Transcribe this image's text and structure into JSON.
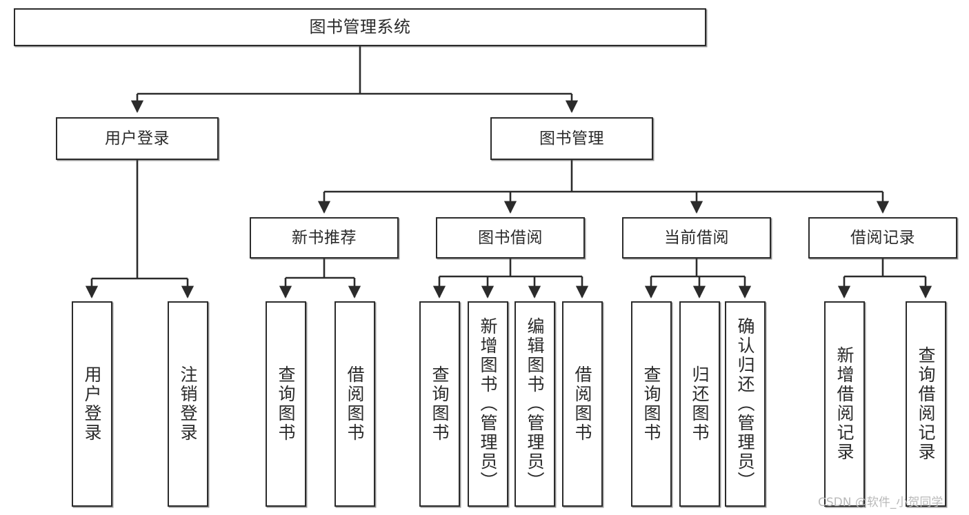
{
  "diagram": {
    "title": "图书管理系统",
    "type": "tree-hierarchy",
    "watermark": "CSDN @软件_小贺同学",
    "colors": {
      "box_border": "#2b2b2b",
      "box_fill": "#ffffff",
      "edge": "#2b2b2b",
      "text": "#2a2a2a",
      "watermark": "#b9b9b9"
    },
    "root": {
      "label": "图书管理系统"
    },
    "level2": [
      {
        "label": "用户登录"
      },
      {
        "label": "图书管理"
      }
    ],
    "level3": [
      {
        "label": "新书推荐"
      },
      {
        "label": "图书借阅"
      },
      {
        "label": "当前借阅"
      },
      {
        "label": "借阅记录"
      }
    ],
    "leaves": {
      "user_login": [
        {
          "label": "用户登录"
        },
        {
          "label": "注销登录"
        }
      ],
      "new_book_recommend": [
        {
          "label": "查询图书"
        },
        {
          "label": "借阅图书"
        }
      ],
      "book_borrow": [
        {
          "label": "查询图书"
        },
        {
          "label": "新增图书（管理员）"
        },
        {
          "label": "编辑图书（管理员）"
        },
        {
          "label": "借阅图书"
        }
      ],
      "current_borrow": [
        {
          "label": "查询图书"
        },
        {
          "label": "归还图书"
        },
        {
          "label": "确认归还（管理员）"
        }
      ],
      "borrow_records": [
        {
          "label": "新增借阅记录"
        },
        {
          "label": "查询借阅记录"
        }
      ]
    }
  }
}
